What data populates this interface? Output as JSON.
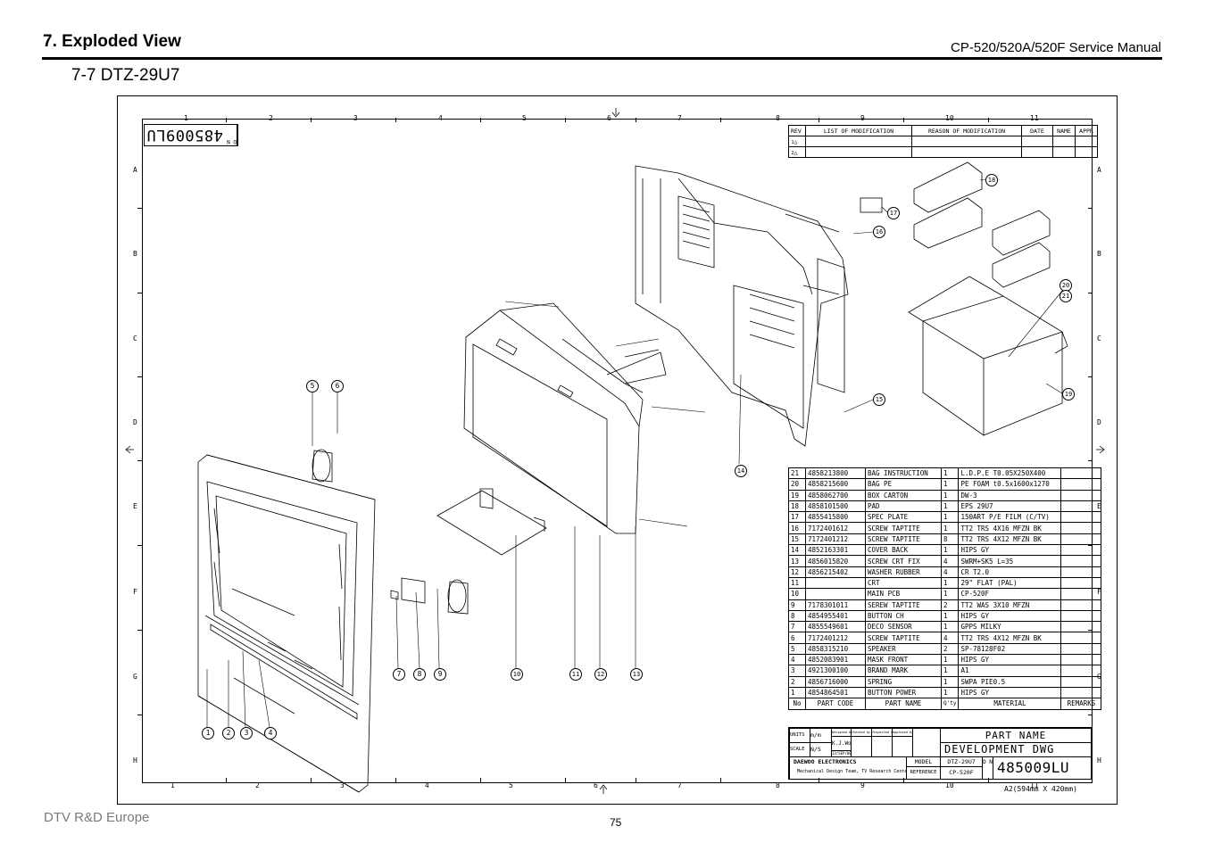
{
  "header": {
    "section_title": "7. Exploded View",
    "manual_title": "CP-520/520A/520F Service Manual",
    "subsection_title": "7-7 DTZ-29U7"
  },
  "footer": {
    "department": "DTV R&D Europe",
    "page_number": "75"
  },
  "drawing": {
    "drawing_number": "485009LU",
    "dn_label": "D N",
    "grid_columns": [
      "1",
      "2",
      "3",
      "4",
      "5",
      "6",
      "7",
      "8",
      "9",
      "10",
      "11"
    ],
    "grid_rows": [
      "A",
      "B",
      "C",
      "D",
      "E",
      "F",
      "G",
      "H"
    ],
    "revision_table": {
      "headers": [
        "REV",
        "LIST OF MODIFICATION",
        "REASON OF MODIFICATION",
        "DATE",
        "NAME",
        "APPR"
      ],
      "rows": [
        "1",
        "2"
      ]
    },
    "parts_list": [
      {
        "no": "21",
        "code": "4858213800",
        "name": "BAG INSTRUCTION",
        "qty": "1",
        "material": "L.D.P.E  T0.05X250X400",
        "remarks": ""
      },
      {
        "no": "20",
        "code": "4858215600",
        "name": "BAG PE",
        "qty": "1",
        "material": "PE FOAM  t0.5x1600x1270",
        "remarks": ""
      },
      {
        "no": "19",
        "code": "4858062700",
        "name": "BOX CARTON",
        "qty": "1",
        "material": "DW-3",
        "remarks": ""
      },
      {
        "no": "18",
        "code": "4858101500",
        "name": "PAD",
        "qty": "1",
        "material": "EPS 29U7",
        "remarks": ""
      },
      {
        "no": "17",
        "code": "4855415800",
        "name": "SPEC PLATE",
        "qty": "1",
        "material": "150ART P/E FILM (C/TV)",
        "remarks": ""
      },
      {
        "no": "16",
        "code": "7172401612",
        "name": "SCREW TAPTITE",
        "qty": "1",
        "material": "TT2 TRS 4X16 MFZN BK",
        "remarks": ""
      },
      {
        "no": "15",
        "code": "7172401212",
        "name": "SCREW TAPTITE",
        "qty": "8",
        "material": "TT2 TRS 4X12 MFZN BK",
        "remarks": ""
      },
      {
        "no": "14",
        "code": "4852163301",
        "name": "COVER BACK",
        "qty": "1",
        "material": "HIPS GY",
        "remarks": ""
      },
      {
        "no": "13",
        "code": "4856015820",
        "name": "SCREW CRT FIX",
        "qty": "4",
        "material": "SWRM+SK5 L=35",
        "remarks": ""
      },
      {
        "no": "12",
        "code": "4856215402",
        "name": "WASHER RUBBER",
        "qty": "4",
        "material": "CR T2.0",
        "remarks": ""
      },
      {
        "no": "11",
        "code": "",
        "name": "CRT",
        "qty": "1",
        "material": "29\" FLAT (PAL)",
        "remarks": ""
      },
      {
        "no": "10",
        "code": "",
        "name": "MAIN PCB",
        "qty": "1",
        "material": "CP-520F",
        "remarks": ""
      },
      {
        "no": "9",
        "code": "7178301011",
        "name": "SEREW TAPTITE",
        "qty": "2",
        "material": "TT2 WAS 3X10 MFZN",
        "remarks": ""
      },
      {
        "no": "8",
        "code": "4854955401",
        "name": "BUTTON CH",
        "qty": "1",
        "material": "HIPS GY",
        "remarks": ""
      },
      {
        "no": "7",
        "code": "4855549601",
        "name": "DECO SENSOR",
        "qty": "1",
        "material": "GPPS MILKY",
        "remarks": ""
      },
      {
        "no": "6",
        "code": "7172401212",
        "name": "SCREW TAPTITE",
        "qty": "4",
        "material": "TT2 TRS 4X12 MFZN BK",
        "remarks": ""
      },
      {
        "no": "5",
        "code": "4858315210",
        "name": "SPEAKER",
        "qty": "2",
        "material": "SP-78128F02",
        "remarks": ""
      },
      {
        "no": "4",
        "code": "4852083901",
        "name": "MASK FRONT",
        "qty": "1",
        "material": "HIPS GY",
        "remarks": ""
      },
      {
        "no": "3",
        "code": "4921300100",
        "name": "BRAND MARK",
        "qty": "1",
        "material": "A1",
        "remarks": ""
      },
      {
        "no": "2",
        "code": "4856716000",
        "name": "SPRING",
        "qty": "1",
        "material": "SWPA PIE0.5",
        "remarks": ""
      },
      {
        "no": "1",
        "code": "4854864501",
        "name": "BUTTON POWER",
        "qty": "1",
        "material": "HIPS GY",
        "remarks": ""
      }
    ],
    "parts_headers": [
      "No",
      "PART CODE",
      "PART NAME",
      "Q'ty",
      "MATERIAL",
      "REMARKS"
    ],
    "title_block": {
      "units_label": "UNITS",
      "units_value": "m/m",
      "scale_label": "SCALE",
      "scale_value": "N/S",
      "designed_by": "Designed by",
      "checked_by": "Checked by",
      "inspected_by": "Inspected by",
      "approved_by": "Approved by",
      "designer": "K.J.Woo",
      "date": "13/SEP/00",
      "company": "DAEWOO ELECTRONICS",
      "center": "Mechanical Design Team, TV Research Center",
      "model_label": "MODEL",
      "model_value": "DTZ-29U7",
      "reference_label": "REFERENCE",
      "reference_value": "CP-520F",
      "part_name_label": "PART  NAME",
      "part_name_value": "DEVELOPMENT DWG",
      "dn_label": "D N",
      "drawing_number": "485009LU"
    },
    "sheet_size": "A2(594mm X 420mm)",
    "callouts": [
      "1",
      "2",
      "3",
      "4",
      "5",
      "6",
      "7",
      "8",
      "9",
      "10",
      "11",
      "12",
      "13",
      "14",
      "15",
      "16",
      "17",
      "18",
      "19",
      "20",
      "21"
    ]
  }
}
